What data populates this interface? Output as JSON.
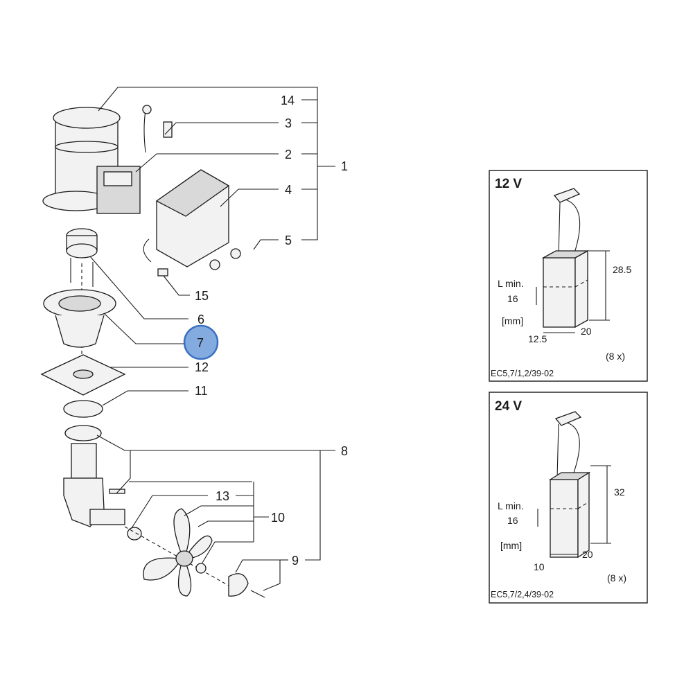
{
  "callouts": [
    {
      "id": "c14",
      "label": "14"
    },
    {
      "id": "c3",
      "label": "3"
    },
    {
      "id": "c2",
      "label": "2"
    },
    {
      "id": "c1",
      "label": "1"
    },
    {
      "id": "c4",
      "label": "4"
    },
    {
      "id": "c5",
      "label": "5"
    },
    {
      "id": "c15",
      "label": "15"
    },
    {
      "id": "c6",
      "label": "6"
    },
    {
      "id": "c7",
      "label": "7"
    },
    {
      "id": "c12",
      "label": "12"
    },
    {
      "id": "c11",
      "label": "11"
    },
    {
      "id": "c8",
      "label": "8"
    },
    {
      "id": "c13",
      "label": "13"
    },
    {
      "id": "c10",
      "label": "10"
    },
    {
      "id": "c9",
      "label": "9"
    }
  ],
  "highlight": {
    "label": "7",
    "color": "#5b8fd6"
  },
  "panel_12v": {
    "title": "12 V",
    "height_dim": "28.5",
    "lmin_label": "L min.",
    "lmin_value": "16",
    "unit": "[mm]",
    "width_dim": "20",
    "depth_dim": "12.5",
    "quantity": "(8 x)",
    "code": "EC5,7/1,2/39-02"
  },
  "panel_24v": {
    "title": "24 V",
    "height_dim": "32",
    "lmin_label": "L min.",
    "lmin_value": "16",
    "unit": "[mm]",
    "width_dim": "20",
    "depth_dim": "10",
    "quantity": "(8 x)",
    "code": "EC5,7/2,4/39-02"
  }
}
